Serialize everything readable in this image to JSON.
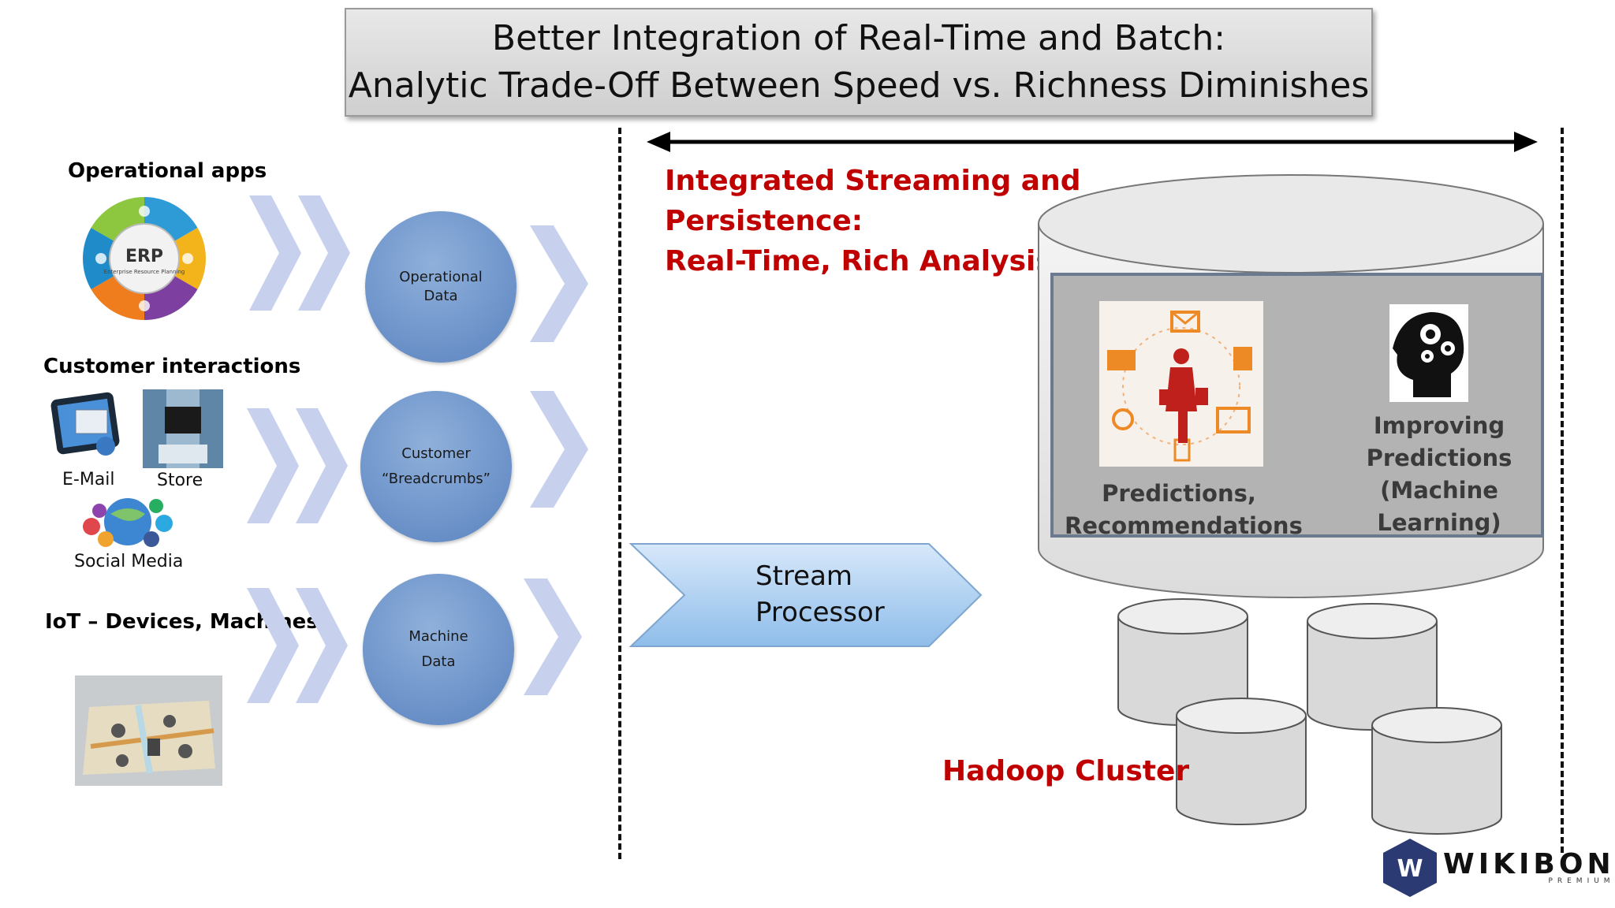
{
  "title": {
    "line1": "Better Integration of Real-Time and Batch:",
    "line2": "Analytic Trade-Off Between Speed vs. Richness Diminishes"
  },
  "sources": {
    "operational_apps": "Operational apps",
    "customer_interactions": "Customer interactions",
    "email": "E-Mail",
    "store": "Store",
    "social_media": "Social Media",
    "iot": "IoT – Devices, Machines",
    "erp_logo_text": "ERP",
    "erp_logo_sub": "Enterprise Resource Planning"
  },
  "circles": {
    "operational": [
      "Operational",
      "Data"
    ],
    "customer": [
      "Customer",
      "“Breadcrumbs”"
    ],
    "machine": [
      "Machine",
      "Data"
    ]
  },
  "integrated": {
    "line1": "Integrated Streaming and",
    "line2": "Persistence:",
    "line3": "Real-Time, Rich Analysis"
  },
  "stream_processor": [
    "Stream",
    "Processor"
  ],
  "database": {
    "predictions": [
      "Predictions,",
      "Recommendations"
    ],
    "improving": [
      "Improving",
      "Predictions",
      "(Machine",
      "Learning)"
    ]
  },
  "hadoop_label": "Hadoop Cluster",
  "logo": {
    "name": "WIKIBON",
    "sub": "PREMIUM",
    "letter": "W"
  },
  "colors": {
    "accent_red": "#c00000",
    "circle_blue": "#6f95cb",
    "chevron_blue": "#c7d1ee",
    "stream_blue": "#a9cdf2",
    "logo_navy": "#2b3a73"
  }
}
